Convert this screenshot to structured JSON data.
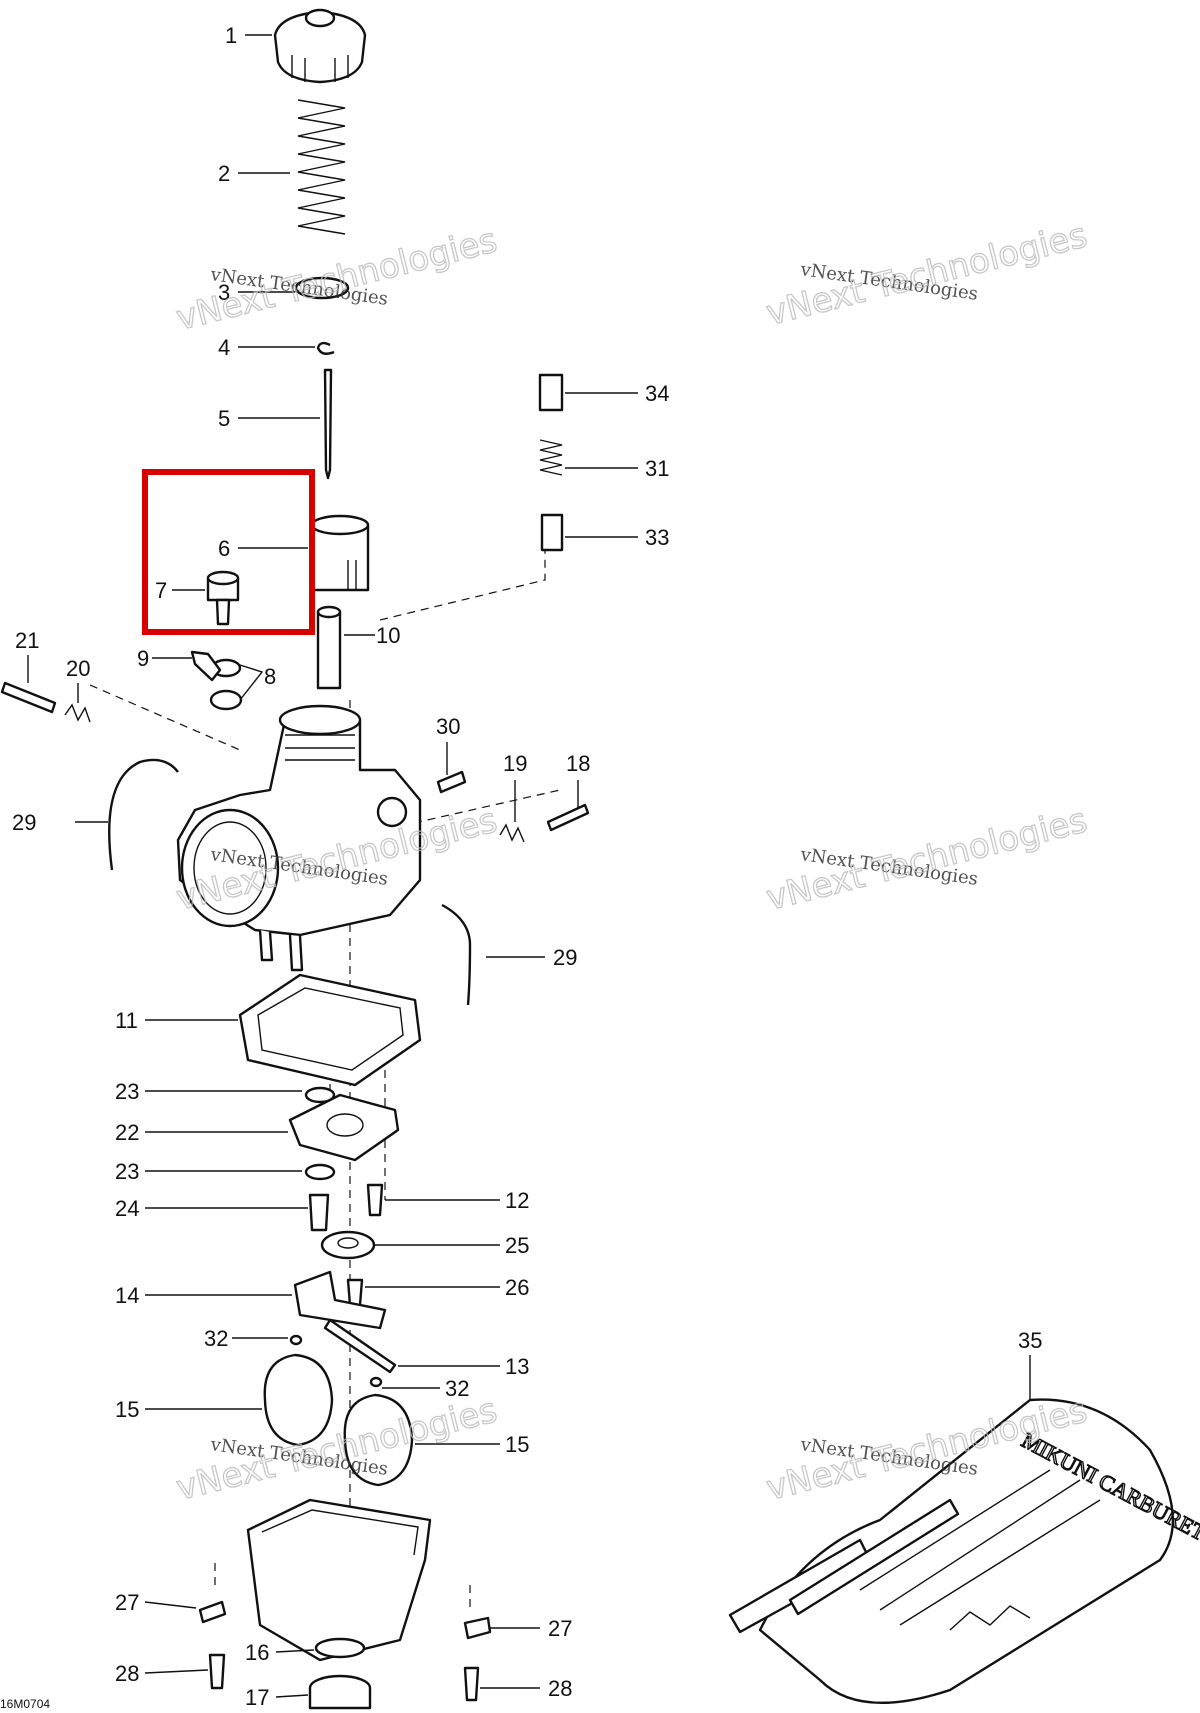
{
  "diagram": {
    "document_id": "16M0704",
    "watermark_small": "vNext Technologies",
    "watermark_large": "vNext Technologies",
    "highlight_color": "#d90000",
    "callouts": {
      "c1": "1",
      "c2": "2",
      "c3": "3",
      "c4": "4",
      "c5": "5",
      "c6": "6",
      "c7": "7",
      "c8": "8",
      "c9": "9",
      "c10": "10",
      "c11": "11",
      "c12": "12",
      "c13": "13",
      "c14": "14",
      "c15a": "15",
      "c15b": "15",
      "c16": "16",
      "c17": "17",
      "c18": "18",
      "c19": "19",
      "c20": "20",
      "c21": "21",
      "c22": "22",
      "c23a": "23",
      "c23b": "23",
      "c24": "24",
      "c25": "25",
      "c26": "26",
      "c27a": "27",
      "c27b": "27",
      "c28a": "28",
      "c28b": "28",
      "c29a": "29",
      "c29b": "29",
      "c30": "30",
      "c31": "31",
      "c32a": "32",
      "c32b": "32",
      "c33": "33",
      "c34": "34",
      "c35": "35"
    },
    "kit_label": "MIKUNI CARBURETOR"
  }
}
